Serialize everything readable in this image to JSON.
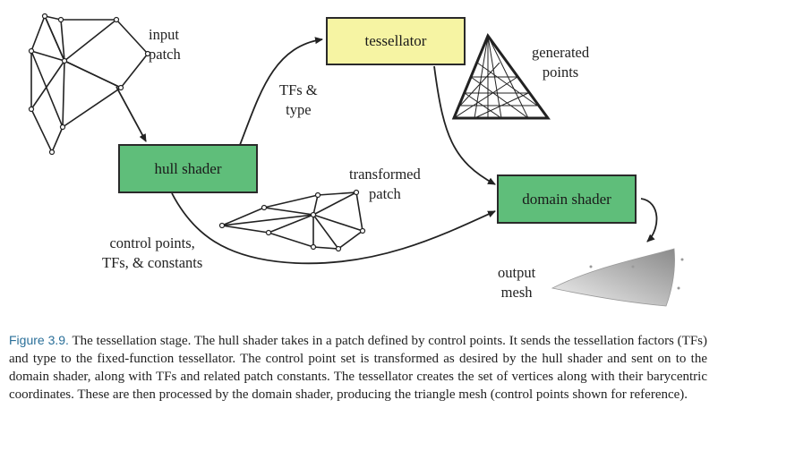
{
  "nodes": {
    "tessellator": "tessellator",
    "hull_shader": "hull shader",
    "domain_shader": "domain shader"
  },
  "labels": {
    "input_patch": [
      "input",
      "patch"
    ],
    "tfs_type": [
      "TFs &",
      "type"
    ],
    "generated_points": [
      "generated",
      "points"
    ],
    "transformed_patch": [
      "transformed",
      "patch"
    ],
    "control_points": [
      "control points,",
      "TFs, & constants"
    ],
    "output_mesh": [
      "output",
      "mesh"
    ]
  },
  "caption": {
    "figure_number": "Figure 3.9.",
    "text": "The tessellation stage. The hull shader takes in a patch defined by control points. It sends the tessellation factors (TFs) and type to the fixed-function tessellator. The control point set is transformed as desired by the hull shader and sent on to the domain shader, along with TFs and related patch constants. The tessellator creates the set of vertices along with their barycentric coordinates. These are then processed by the domain shader, producing the triangle mesh (control points shown for reference)."
  },
  "colors": {
    "tessellator_fill": "#f6f4a3",
    "shader_fill": "#5fbe7a",
    "caption_figure_number": "#2a6f99"
  }
}
